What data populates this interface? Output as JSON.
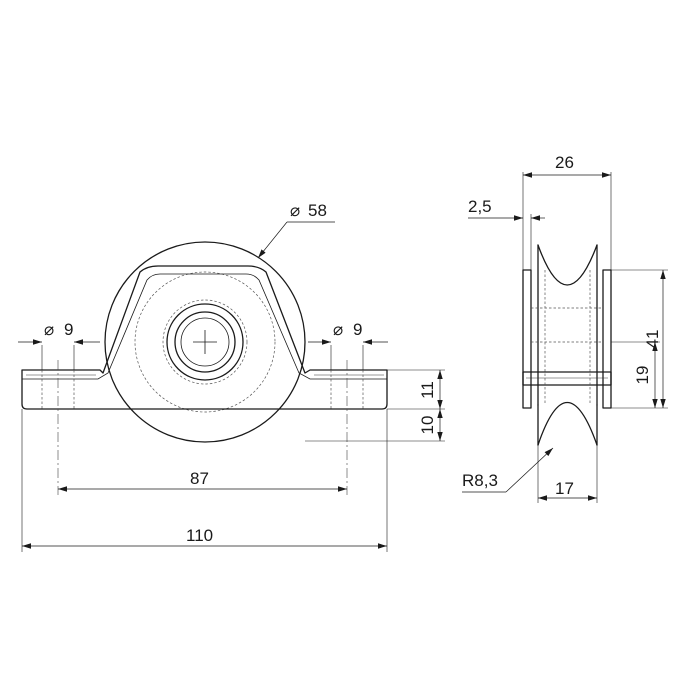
{
  "front_view": {
    "dimensions": {
      "wheel_diameter": "58",
      "hole_left": "9",
      "hole_right": "9",
      "hole_spacing": "87",
      "overall_length": "110",
      "height_11": "11",
      "height_10": "10"
    },
    "diameter_symbol": "⌀"
  },
  "side_view": {
    "dimensions": {
      "overall_width": "26",
      "plate_thickness": "2,5",
      "wheel_height": "41",
      "axle_height": "19",
      "groove_radius": "R8,3",
      "wheel_width": "17"
    }
  }
}
